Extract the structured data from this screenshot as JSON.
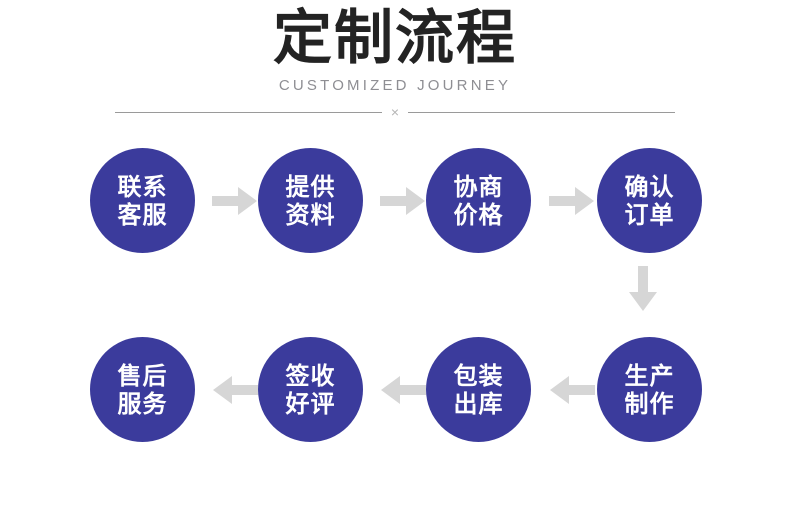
{
  "header": {
    "title": "定制流程",
    "subtitle": "CUSTOMIZED JOURNEY",
    "divider_mark": "×"
  },
  "colors": {
    "circle_fill": "#3b3b9c",
    "circle_text": "#ffffff",
    "title_text": "#232323",
    "subtitle_text": "#8e8e93",
    "arrow": "#d6d6d6",
    "divider_line": "#9a9a9a"
  },
  "flow": {
    "steps": [
      {
        "index": 1,
        "label": "联系\n客服",
        "row": 1,
        "name": "contact-support"
      },
      {
        "index": 2,
        "label": "提供\n资料",
        "row": 1,
        "name": "provide-materials"
      },
      {
        "index": 3,
        "label": "协商\n价格",
        "row": 1,
        "name": "negotiate-price"
      },
      {
        "index": 4,
        "label": "确认\n订单",
        "row": 1,
        "name": "confirm-order"
      },
      {
        "index": 5,
        "label": "生产\n制作",
        "row": 2,
        "name": "production"
      },
      {
        "index": 6,
        "label": "包装\n出库",
        "row": 2,
        "name": "packaging-shipping"
      },
      {
        "index": 7,
        "label": "签收\n好评",
        "row": 2,
        "name": "receive-review"
      },
      {
        "index": 8,
        "label": "售后\n服务",
        "row": 2,
        "name": "after-sales-service"
      }
    ],
    "arrows": [
      {
        "id": "a1",
        "direction": "right"
      },
      {
        "id": "a2",
        "direction": "right"
      },
      {
        "id": "a3",
        "direction": "right"
      },
      {
        "id": "a-down",
        "direction": "down"
      },
      {
        "id": "a4",
        "direction": "left"
      },
      {
        "id": "a5",
        "direction": "left"
      },
      {
        "id": "a6",
        "direction": "left"
      }
    ]
  }
}
